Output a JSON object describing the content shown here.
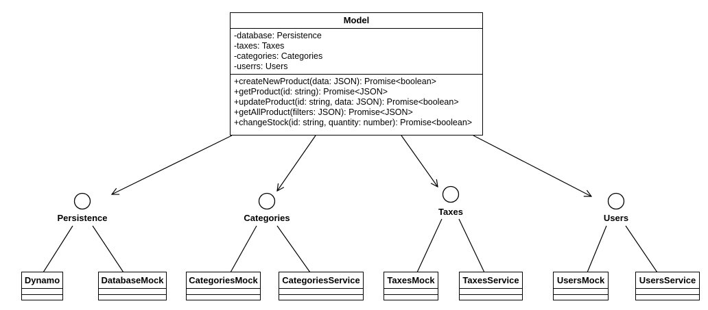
{
  "model": {
    "name": "Model",
    "attributes": [
      "-database: Persistence",
      "-taxes: Taxes",
      "-categories: Categories",
      "-userrs: Users"
    ],
    "methods": [
      "+createNewProduct(data: JSON): Promise<boolean>",
      "+getProduct(id: string): Promise<JSON>",
      "+updateProduct(id: string, data: JSON): Promise<boolean>",
      "+getAllProduct(filters: JSON): Promise<JSON>",
      "+changeStock(id: string, quantity: number): Promise<boolean>"
    ]
  },
  "interfaces": [
    {
      "name": "Persistence"
    },
    {
      "name": "Categories"
    },
    {
      "name": "Taxes"
    },
    {
      "name": "Users"
    }
  ],
  "implementations": [
    {
      "name": "Dynamo"
    },
    {
      "name": "DatabaseMock"
    },
    {
      "name": "CategoriesMock"
    },
    {
      "name": "CategoriesService"
    },
    {
      "name": "TaxesMock"
    },
    {
      "name": "TaxesService"
    },
    {
      "name": "UsersMock"
    },
    {
      "name": "UsersService"
    }
  ],
  "colors": {
    "stroke": "#000000",
    "fill": "#ffffff"
  }
}
